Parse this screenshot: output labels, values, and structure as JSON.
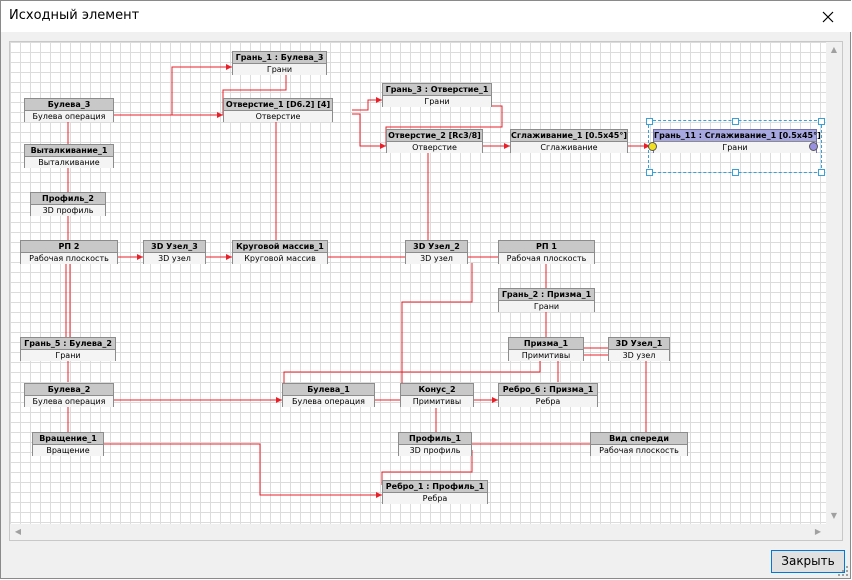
{
  "window": {
    "title": "Исходный элемент"
  },
  "footer": {
    "close_label": "Закрыть"
  },
  "colors": {
    "link": "#e8202a",
    "link_dark": "#b01818",
    "node_header": "#c8c8c8",
    "selected_header": "#a8a8e0",
    "selection": "#3aa0d8"
  },
  "nodes": [
    {
      "title": "Грань_1 : Булева_3",
      "subtitle": "Грани"
    },
    {
      "title": "Булева_3",
      "subtitle": "Булева операция"
    },
    {
      "title": "Отверстие_1 [D6.2] [4]",
      "subtitle": "Отверстие"
    },
    {
      "title": "Грань_3 : Отверстие_1",
      "subtitle": "Грани"
    },
    {
      "title": "Отверстие_2 [Rc3/8]",
      "subtitle": "Отверстие"
    },
    {
      "title": "Сглаживание_1 [0.5x45°]",
      "subtitle": "Сглаживание"
    },
    {
      "title": "Грань_11 : Сглаживание_1 [0.5x45°]",
      "subtitle": "Грани"
    },
    {
      "title": "Выталкивание_1",
      "subtitle": "Выталкивание"
    },
    {
      "title": "Профиль_2",
      "subtitle": "3D профиль"
    },
    {
      "title": "РП 2",
      "subtitle": "Рабочая плоскость"
    },
    {
      "title": "3D Узел_3",
      "subtitle": "3D узел"
    },
    {
      "title": "Круговой массив_1",
      "subtitle": "Круговой массив"
    },
    {
      "title": "3D Узел_2",
      "subtitle": "3D узел"
    },
    {
      "title": "РП 1",
      "subtitle": "Рабочая плоскость"
    },
    {
      "title": "Грань_2 : Призма_1",
      "subtitle": "Грани"
    },
    {
      "title": "Грань_5 : Булева_2",
      "subtitle": "Грани"
    },
    {
      "title": "Призма_1",
      "subtitle": "Примитивы"
    },
    {
      "title": "3D Узел_1",
      "subtitle": "3D узел"
    },
    {
      "title": "Булева_2",
      "subtitle": "Булева операция"
    },
    {
      "title": "Булева_1",
      "subtitle": "Булева операция"
    },
    {
      "title": "Конус_2",
      "subtitle": "Примитивы"
    },
    {
      "title": "Ребро_6 : Призма_1",
      "subtitle": "Ребра"
    },
    {
      "title": "Вращение_1",
      "subtitle": "Вращение"
    },
    {
      "title": "Профиль_1",
      "subtitle": "3D профиль"
    },
    {
      "title": "Вид спереди",
      "subtitle": "Рабочая плоскость"
    },
    {
      "title": "Ребро_1 : Профиль_1",
      "subtitle": "Ребра"
    }
  ]
}
